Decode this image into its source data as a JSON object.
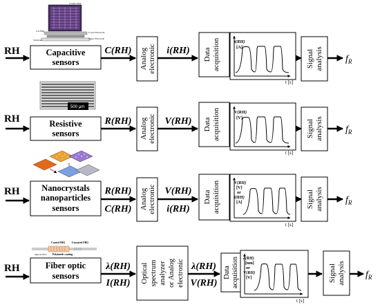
{
  "rows": [
    {
      "input": "RH",
      "sensor_lines": [
        "Capacitive",
        "sensors"
      ],
      "outputs": [
        "C(RH)"
      ],
      "electronic_lines": [
        "Analog",
        "electronic"
      ],
      "electronic_outputs": [
        "i(RH)"
      ],
      "acquisition_lines": [
        "Data",
        "acquisition"
      ],
      "signal_axis_y": [
        "i(RH)",
        "[A]"
      ],
      "signal_axis_x": "t [s]",
      "analysis_lines": [
        "Signal",
        "analysis"
      ],
      "result": "f",
      "result_sub": "R",
      "image_labels": [
        "Contact Pad",
        "CA Film",
        "Lower Electrode",
        "Upper Electrode",
        "Substrate"
      ]
    },
    {
      "input": "RH",
      "sensor_lines": [
        "Resistive",
        "sensors"
      ],
      "outputs": [
        "R(RH)"
      ],
      "electronic_lines": [
        "Analog",
        "electronic"
      ],
      "electronic_outputs": [
        "V(RH)"
      ],
      "acquisition_lines": [
        "Data",
        "acquisition"
      ],
      "signal_axis_y": [
        "V(RH)",
        "[V]"
      ],
      "signal_axis_x": "t [s]",
      "analysis_lines": [
        "Signal",
        "analysis"
      ],
      "result": "f",
      "result_sub": "R",
      "image_labels": [
        "500 µm"
      ]
    },
    {
      "input": "RH",
      "sensor_lines": [
        "Nanocrystals",
        "nanoparticles",
        "sensors"
      ],
      "outputs": [
        "R(RH)",
        "C(RH)"
      ],
      "electronic_lines": [
        "Analog",
        "electronic"
      ],
      "electronic_outputs": [
        "V(RH)",
        "i(RH)"
      ],
      "acquisition_lines": [
        "Data",
        "acquisition"
      ],
      "signal_axis_y": [
        "V(RH)",
        "[V]",
        "or",
        "i(RH)",
        "[A]"
      ],
      "signal_axis_x": "t [s]",
      "analysis_lines": [
        "Signal",
        "analysis"
      ],
      "result": "f",
      "result_sub": "R",
      "image_labels": []
    },
    {
      "input": "RH",
      "sensor_lines": [
        "Fiber optic",
        "sensors"
      ],
      "outputs": [
        "λ(RH)",
        "I(RH)"
      ],
      "electronic_lines": [
        "Optical",
        "spectrum",
        "analyzer",
        "or Analog",
        "electronic"
      ],
      "electronic_outputs": [
        "λ(RH)",
        "V(RH)"
      ],
      "acquisition_lines": [
        "Data",
        "acquisition"
      ],
      "signal_axis_y": [
        "λ(RH)",
        "[nm]",
        "or",
        "V(RH)",
        "[V]"
      ],
      "signal_axis_x": "t [s]",
      "analysis_lines": [
        "Signal",
        "analysis"
      ],
      "result": "f",
      "result_sub": "R",
      "image_labels": [
        "Coated FBG",
        "Uncoated FBG",
        "Optical fiber",
        "Polyimide coating"
      ]
    }
  ]
}
